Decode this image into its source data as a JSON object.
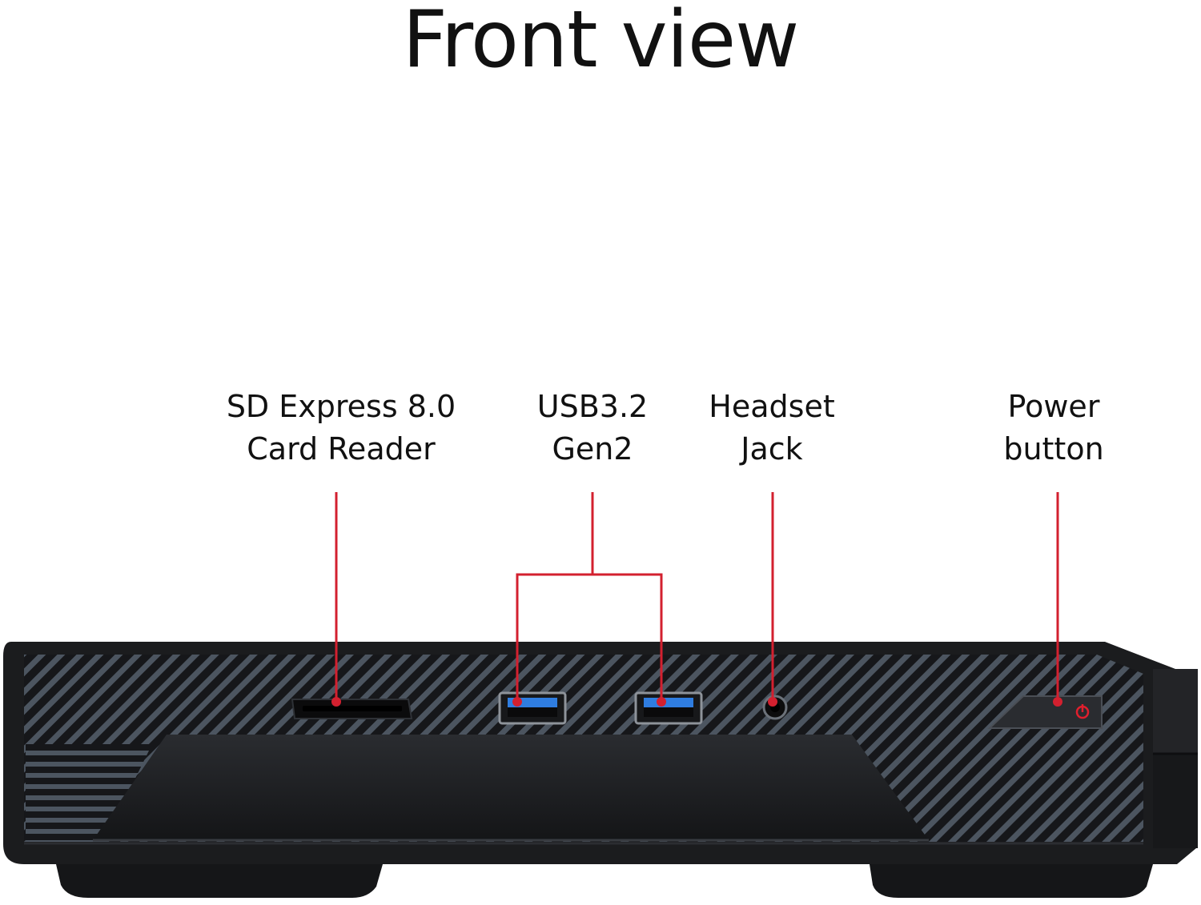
{
  "title": "Front view",
  "labels": {
    "sd_card_reader": {
      "line1": "SD Express 8.0",
      "line2": "Card Reader"
    },
    "usb": {
      "line1": "USB3.2",
      "line2": "Gen2"
    },
    "headset_jack": {
      "line1": "Headset",
      "line2": "Jack"
    },
    "power_button": {
      "line1": "Power",
      "line2": "button"
    }
  },
  "colors": {
    "leader_line": "#d3202f",
    "chassis": "#1b1c1e",
    "stripe": "#4c5560",
    "usb_tongue": "#2f7de0",
    "power_led": "#e01f2d"
  }
}
